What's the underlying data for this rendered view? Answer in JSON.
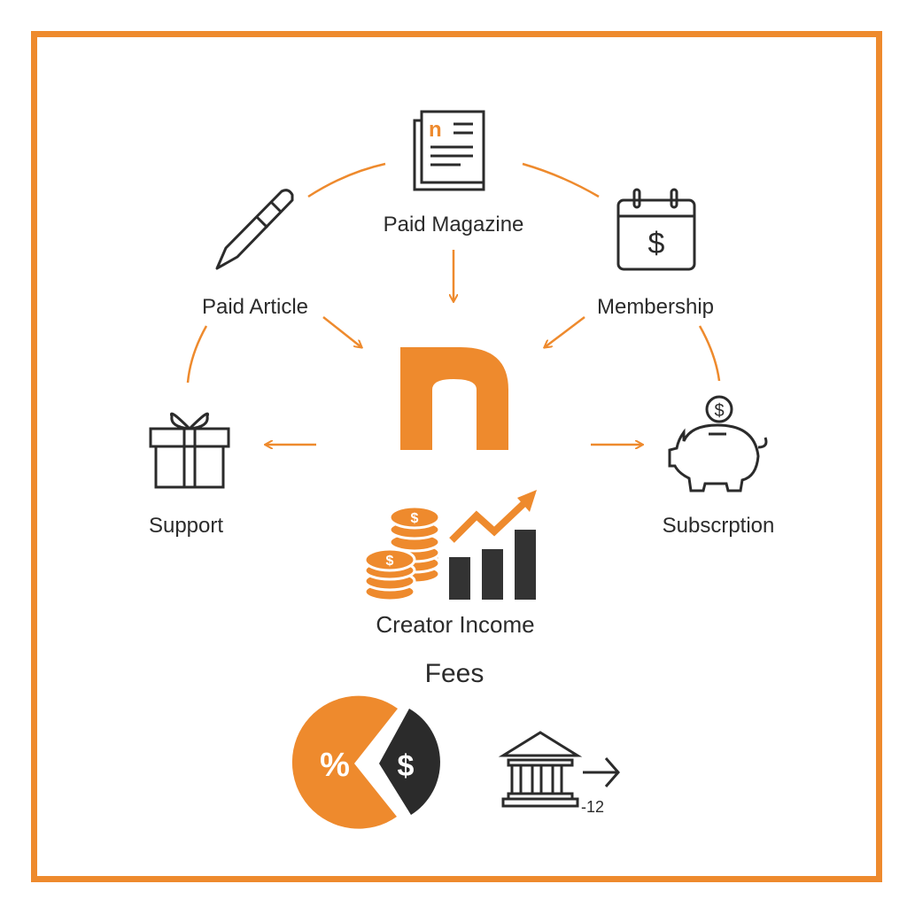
{
  "labels": {
    "paid_magazine": "Paid Magazine",
    "paid_article": "Paid Article",
    "membership": "Membership",
    "support": "Support",
    "subscription": "Subscrption",
    "creator_income": "Creator Income",
    "fees": "Fees"
  },
  "center_logo": "n",
  "magazine_logo": "n",
  "fees_pie": {
    "percent_symbol": "%",
    "dollar_symbol": "$"
  },
  "bank_label": "-12",
  "colors": {
    "accent": "#ee8a2d",
    "dark": "#2b2b2b"
  }
}
